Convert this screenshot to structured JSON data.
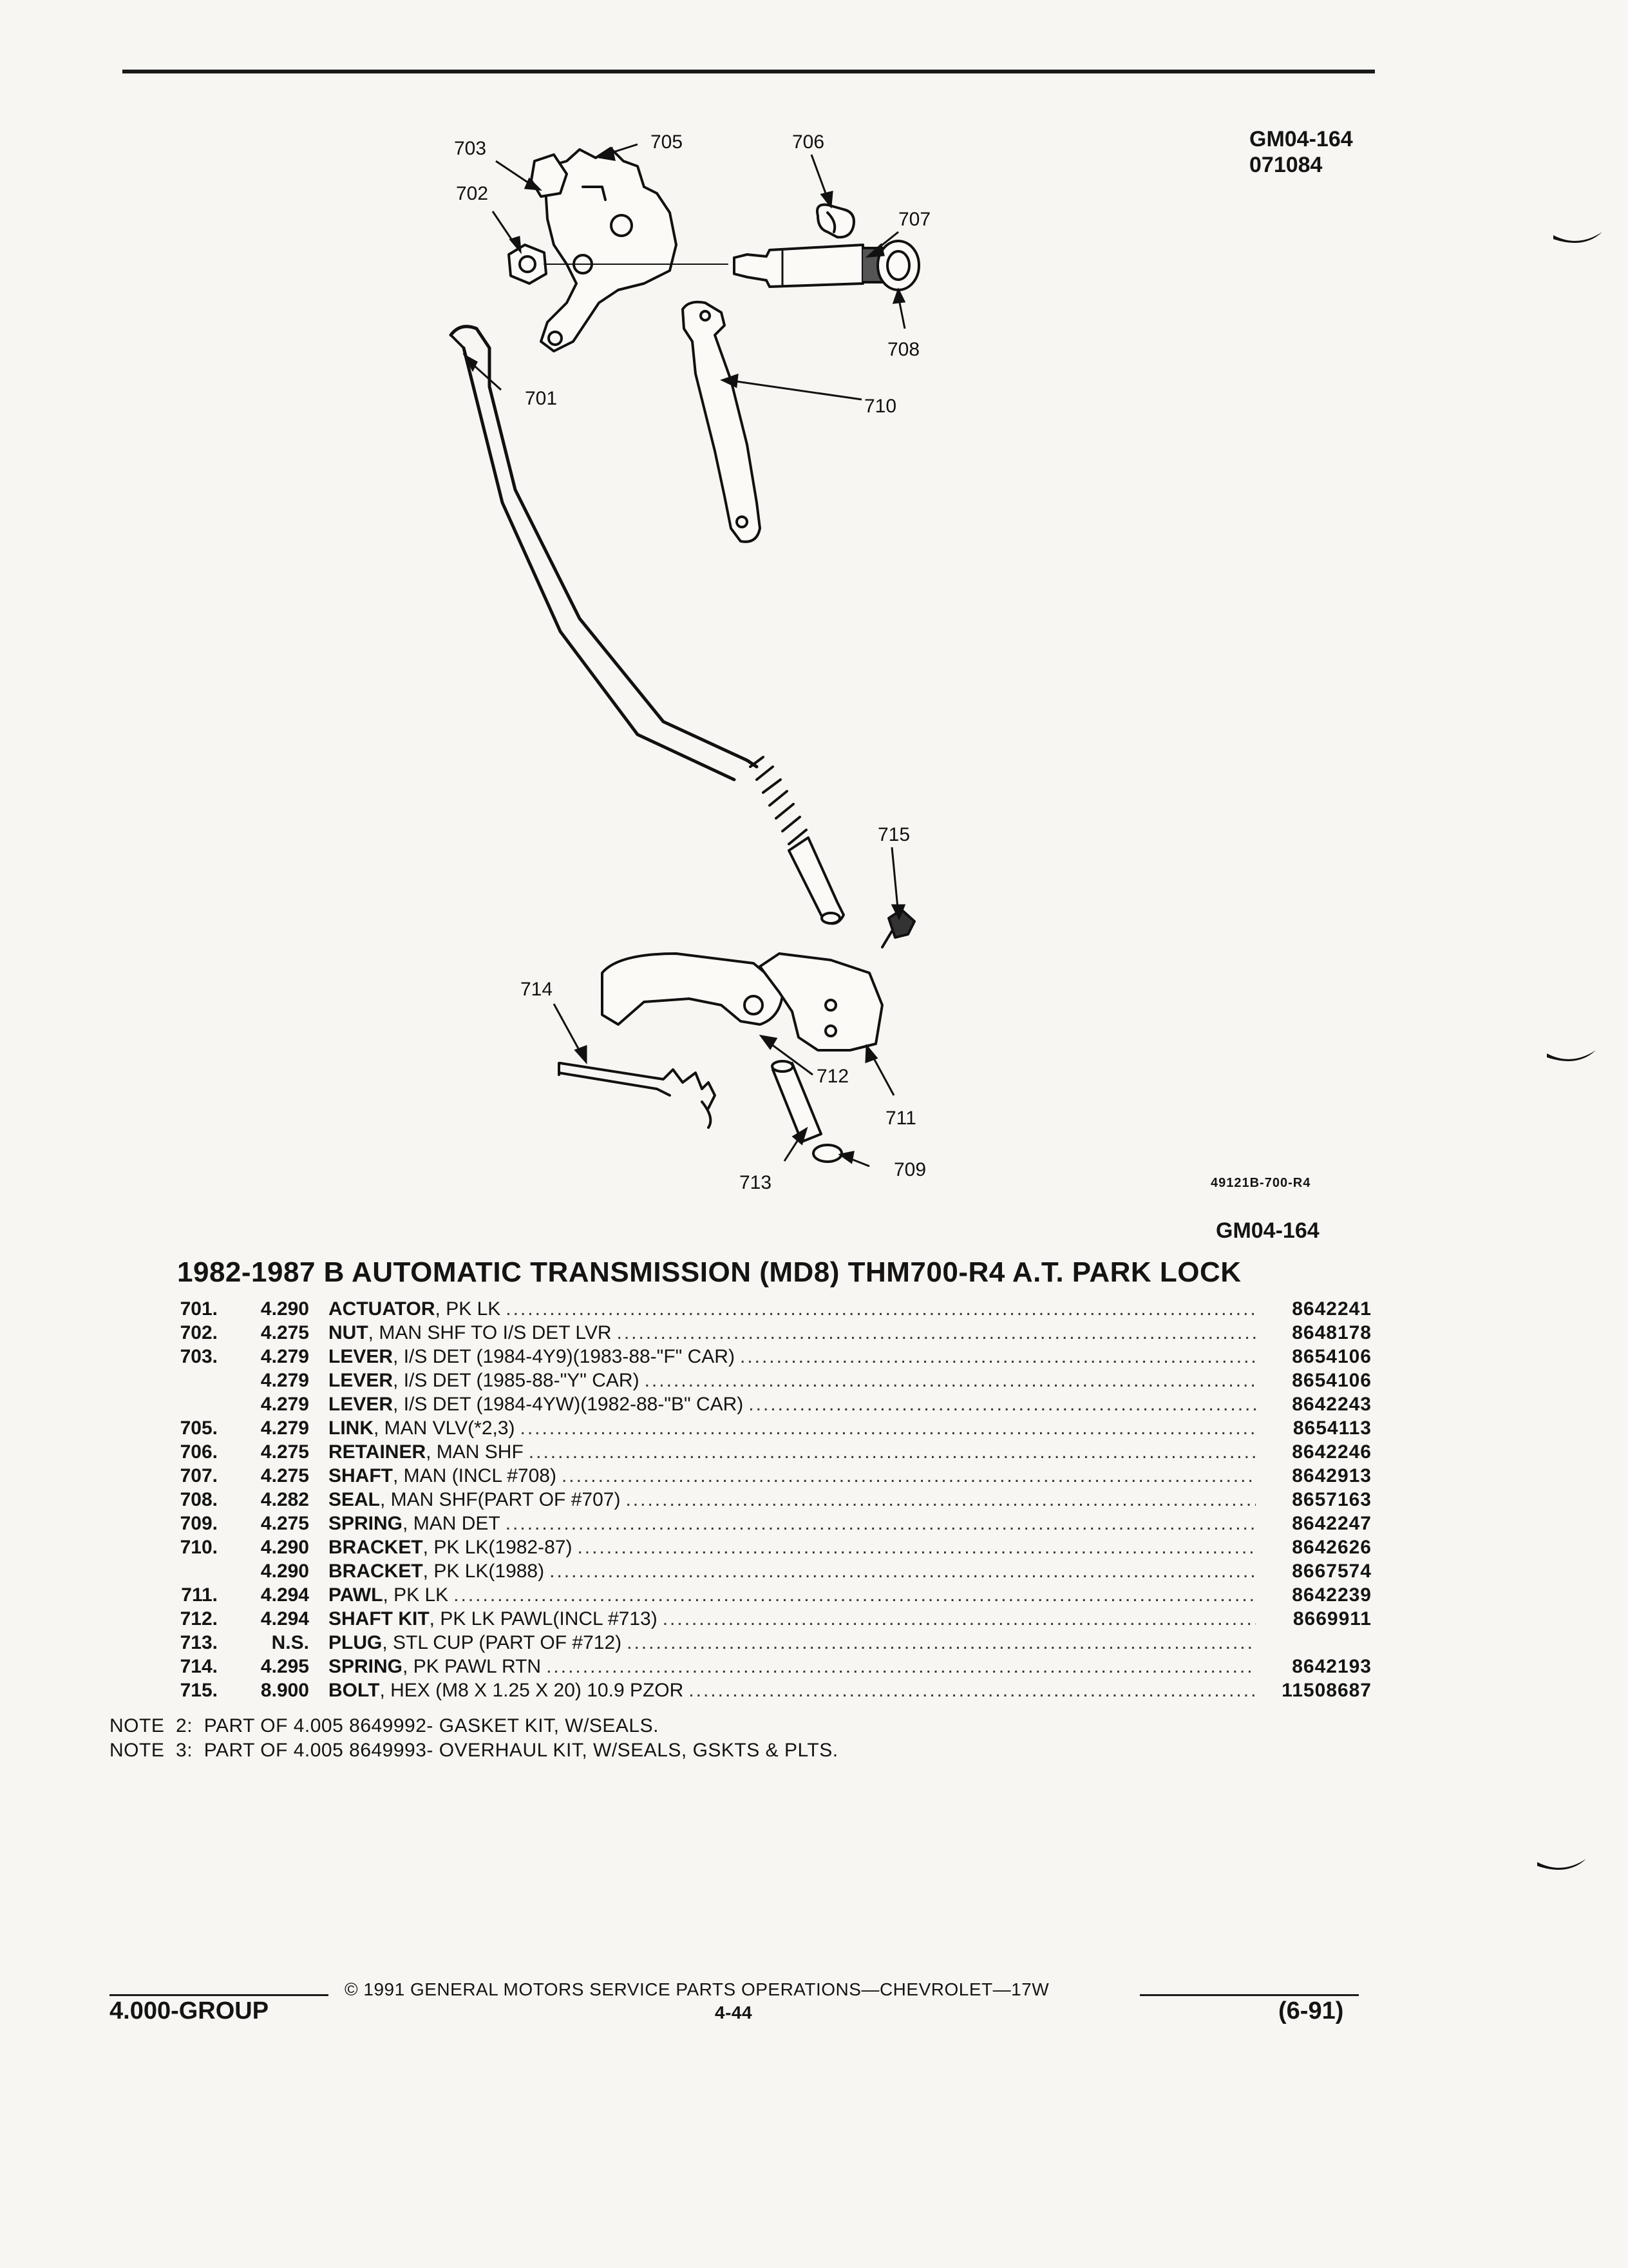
{
  "header": {
    "code": "GM04-164",
    "date": "071084"
  },
  "figure": {
    "callouts": [
      "701",
      "702",
      "703",
      "705",
      "706",
      "707",
      "708",
      "709",
      "710",
      "711",
      "712",
      "713",
      "714",
      "715"
    ],
    "ref_code": "49121B-700-R4",
    "code": "GM04-164"
  },
  "title": "1982-1987 B AUTOMATIC TRANSMISSION (MD8) THM700-R4 A.T. PARK LOCK",
  "parts": [
    {
      "num": "701.",
      "group": "4.290",
      "name": "ACTUATOR",
      "desc": ", PK LK",
      "pn": "8642241"
    },
    {
      "num": "702.",
      "group": "4.275",
      "name": "NUT",
      "desc": ", MAN SHF TO I/S DET LVR",
      "pn": "8648178"
    },
    {
      "num": "703.",
      "group": "4.279",
      "name": "LEVER",
      "desc": ", I/S DET (1984-4Y9)(1983-88-\"F\" CAR)",
      "pn": "8654106"
    },
    {
      "num": "",
      "group": "4.279",
      "name": "LEVER",
      "desc": ", I/S DET (1985-88-\"Y\" CAR)",
      "pn": "8654106"
    },
    {
      "num": "",
      "group": "4.279",
      "name": "LEVER",
      "desc": ", I/S DET (1984-4YW)(1982-88-\"B\" CAR)",
      "pn": "8642243"
    },
    {
      "num": "705.",
      "group": "4.279",
      "name": "LINK",
      "desc": ", MAN VLV(*2,3)",
      "pn": "8654113"
    },
    {
      "num": "706.",
      "group": "4.275",
      "name": "RETAINER",
      "desc": ", MAN SHF",
      "pn": "8642246"
    },
    {
      "num": "707.",
      "group": "4.275",
      "name": "SHAFT",
      "desc": ", MAN (INCL #708)",
      "pn": "8642913"
    },
    {
      "num": "708.",
      "group": "4.282",
      "name": "SEAL",
      "desc": ", MAN SHF(PART OF #707)",
      "pn": "8657163"
    },
    {
      "num": "709.",
      "group": "4.275",
      "name": "SPRING",
      "desc": ", MAN DET",
      "pn": "8642247"
    },
    {
      "num": "710.",
      "group": "4.290",
      "name": "BRACKET",
      "desc": ", PK LK(1982-87)",
      "pn": "8642626"
    },
    {
      "num": "",
      "group": "4.290",
      "name": "BRACKET",
      "desc": ", PK LK(1988)",
      "pn": "8667574"
    },
    {
      "num": "711.",
      "group": "4.294",
      "name": "PAWL",
      "desc": ", PK LK",
      "pn": "8642239"
    },
    {
      "num": "712.",
      "group": "4.294",
      "name": "SHAFT KIT",
      "desc": ", PK LK PAWL(INCL #713)",
      "pn": "8669911"
    },
    {
      "num": "713.",
      "group": "N.S.",
      "name": "PLUG",
      "desc": ", STL CUP (PART OF #712)",
      "pn": ""
    },
    {
      "num": "714.",
      "group": "4.295",
      "name": "SPRING",
      "desc": ", PK PAWL RTN",
      "pn": "8642193"
    },
    {
      "num": "715.",
      "group": "8.900",
      "name": "BOLT",
      "desc": ", HEX (M8 X 1.25 X 20) 10.9 PZOR",
      "pn": "11508687"
    }
  ],
  "notes": [
    "NOTE  2:  PART OF 4.005 8649992- GASKET KIT, W/SEALS.",
    "NOTE  3:  PART OF 4.005 8649993- OVERHAUL KIT, W/SEALS, GSKTS & PLTS."
  ],
  "footer": {
    "copyright": "© 1991 GENERAL MOTORS SERVICE PARTS OPERATIONS—CHEVROLET—17W",
    "group": "4.000-GROUP",
    "page": "4-44",
    "date": "(6-91)"
  }
}
